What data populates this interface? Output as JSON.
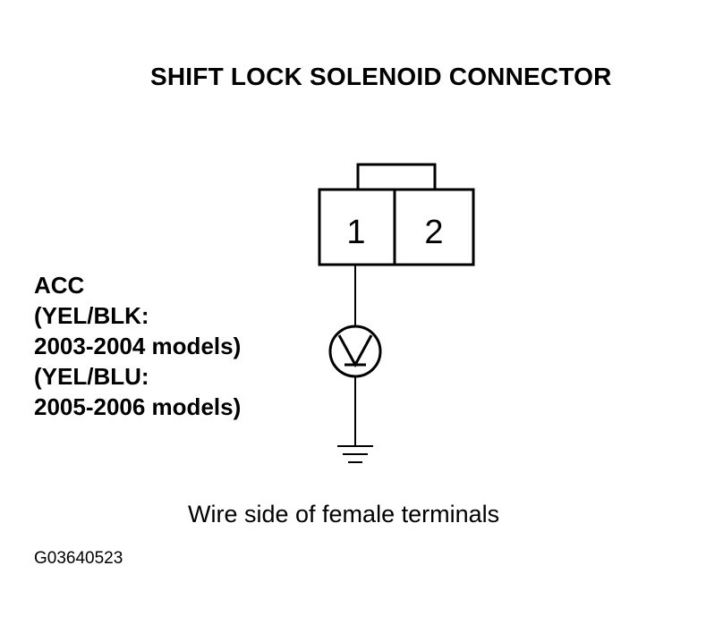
{
  "title": "SHIFT LOCK SOLENOID CONNECTOR",
  "connector": {
    "pins": [
      "1",
      "2"
    ]
  },
  "meter_icon": "voltmeter-icon",
  "ground_icon": "ground-icon",
  "wire_label": {
    "line1": "ACC",
    "line2": "(YEL/BLK:",
    "line3": "2003-2004 models)",
    "line4": "(YEL/BLU:",
    "line5": "2005-2006 models)"
  },
  "caption": "Wire side of female terminals",
  "figure_id": "G03640523"
}
